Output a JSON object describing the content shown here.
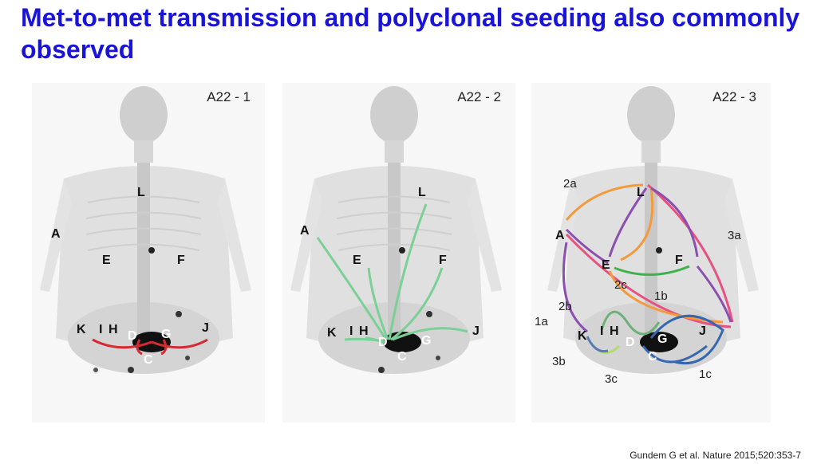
{
  "slide": {
    "title": "Met-to-met transmission and polyclonal seeding also commonly observed",
    "citation": "Gundem G et al. Nature 2015;520:353-7"
  },
  "panels": [
    {
      "label": "A22 - 1"
    },
    {
      "label": "A22 - 2"
    },
    {
      "label": "A22 - 3"
    }
  ],
  "sites": {
    "A": "A",
    "E": "E",
    "F": "F",
    "L": "L",
    "K": "K",
    "I": "I",
    "H": "H",
    "D": "D",
    "G": "G",
    "C": "C",
    "J": "J"
  },
  "clones": {
    "c1a": "1a",
    "c1b": "1b",
    "c1c": "1c",
    "c2a": "2a",
    "c2b": "2b",
    "c2c": "2c",
    "c3a": "3a",
    "c3b": "3b",
    "c3c": "3c"
  },
  "colors": {
    "title": "#1a14d6",
    "red": "#d62a32",
    "green": "#7ccf96",
    "orange": "#f39a3c",
    "pink": "#e8507f",
    "purple": "#8a4fb0",
    "blue": "#3566b0",
    "darkgreen": "#3d8a3a",
    "lightgreen": "#b5d970"
  }
}
